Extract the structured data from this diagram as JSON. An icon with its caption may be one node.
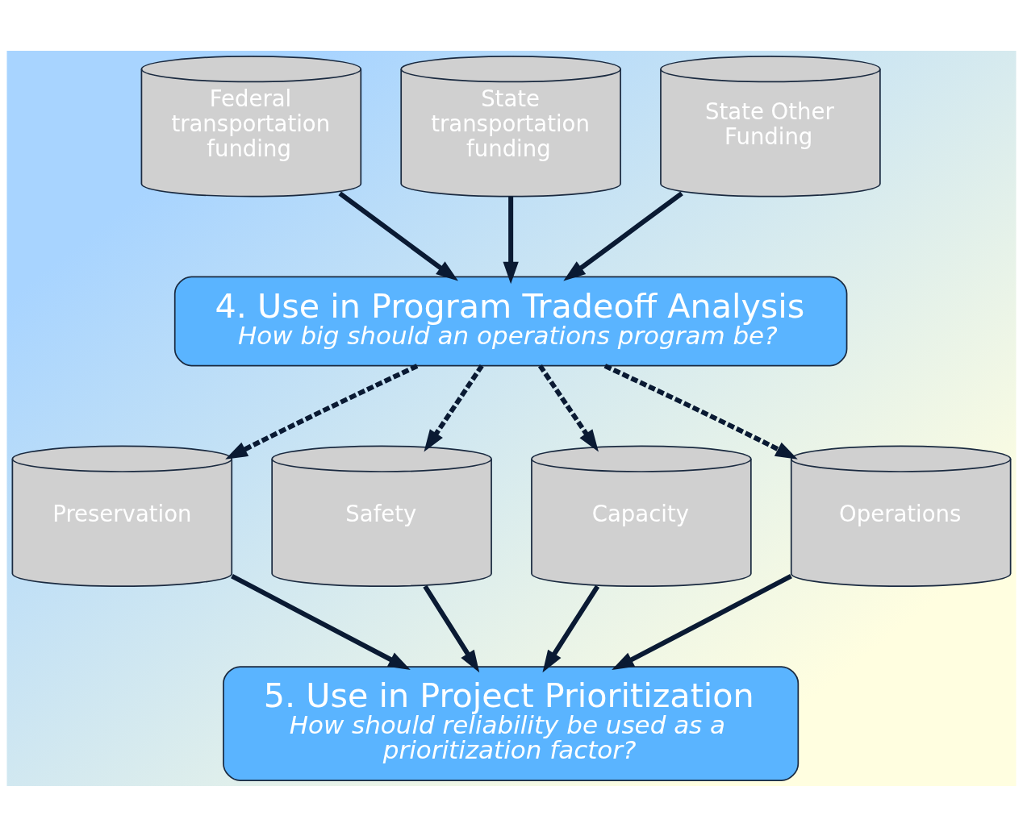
{
  "diagram": {
    "nodes": [
      {
        "text": [
          "Federal transportation funding"
        ]
      },
      {
        "text": [
          "State transportation funding"
        ]
      },
      {
        "text": [
          "State Other Funding"
        ]
      },
      {
        "text": [
          "4. Use in Program Tradeoff Analysis",
          "How big should an operations program be?"
        ]
      },
      {
        "text": [
          "Preservation"
        ]
      },
      {
        "text": [
          "Safety"
        ]
      },
      {
        "text": [
          "Capacity"
        ]
      },
      {
        "text": [
          "Operations"
        ]
      },
      {
        "text": [
          "5. Use in Project Prioritization",
          "How should reliability be used as a prioritization factor?"
        ]
      }
    ],
    "edges": [
      {
        "from": 0,
        "to": 3,
        "arrow": "to"
      },
      {
        "from": 1,
        "to": 3,
        "arrow": "to"
      },
      {
        "from": 2,
        "to": 3,
        "arrow": "to"
      },
      {
        "from": 3,
        "to": 4,
        "arrow": "to",
        "style": "dashed"
      },
      {
        "from": 3,
        "to": 5,
        "arrow": "to",
        "style": "dashed"
      },
      {
        "from": 3,
        "to": 6,
        "arrow": "to",
        "style": "dashed"
      },
      {
        "from": 3,
        "to": 7,
        "arrow": "to",
        "style": "dashed"
      },
      {
        "from": 4,
        "to": 8,
        "arrow": "to"
      },
      {
        "from": 5,
        "to": 8,
        "arrow": "to"
      },
      {
        "from": 6,
        "to": 8,
        "arrow": "to"
      },
      {
        "from": 7,
        "to": 8,
        "arrow": "to"
      }
    ]
  }
}
